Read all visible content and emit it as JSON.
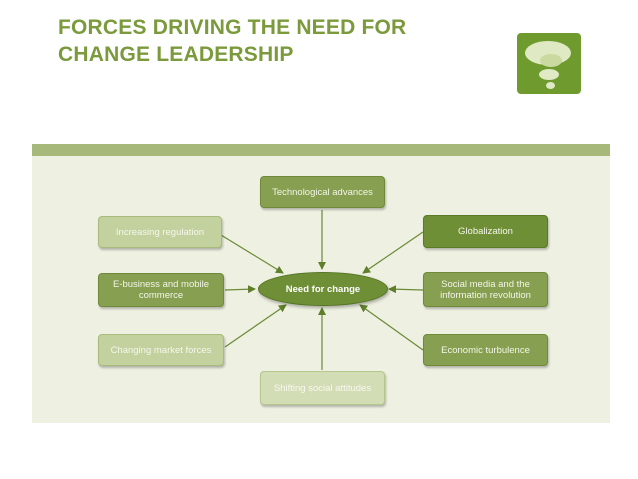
{
  "slide": {
    "title": "FORCES DRIVING THE NEED FOR CHANGE LEADERSHIP"
  },
  "diagram": {
    "center": "Need for change",
    "forces": {
      "technological": "Technological advances",
      "regulation": "Increasing regulation",
      "globalization": "Globalization",
      "ebusiness": "E-business and mobile commerce",
      "social_media": "Social media and the information revolution",
      "market": "Changing market forces",
      "economic": "Economic turbulence",
      "social_attitudes": "Shifting social attitudes"
    }
  },
  "colors": {
    "title": "#7b9a3c",
    "dark_green": "#6f8f36",
    "light_green": "#c3d19f",
    "frame_background": "#eef0e2"
  },
  "icons": {
    "logo": "speech-bubbles-icon"
  }
}
